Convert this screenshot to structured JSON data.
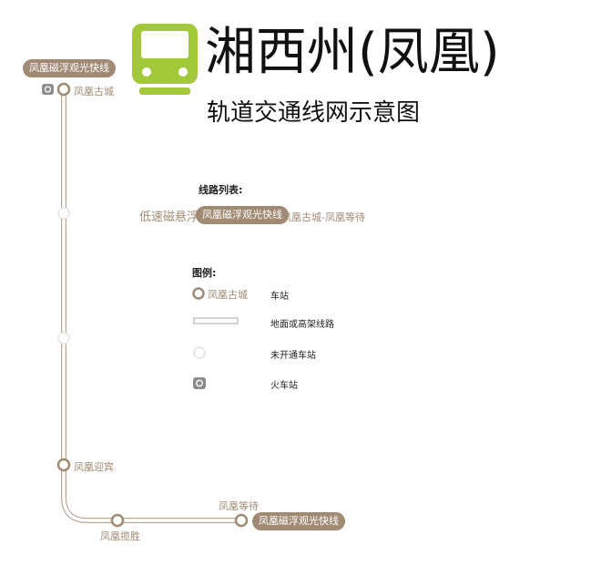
{
  "header": {
    "title": "湘西州(凤凰)",
    "subtitle": "轨道交通线网示意图",
    "logo_icon": "train-icon"
  },
  "line": {
    "name": "凤凰磁浮观光快线",
    "color": "#a08a74"
  },
  "stations": [
    "凤凰古城",
    "凤凰迎宾",
    "凤凰揽胜",
    "凤凰等待"
  ],
  "line_list": {
    "title": "线路列表:",
    "type": "低速磁悬浮",
    "line_name": "凤凰磁浮观光快线",
    "route": "凤凰古城-凤凰等待"
  },
  "legend": {
    "title": "图例:",
    "station_sample": "凤凰古城",
    "items": [
      "车站",
      "地面或高架线路",
      "未开通车站",
      "火车站"
    ]
  }
}
